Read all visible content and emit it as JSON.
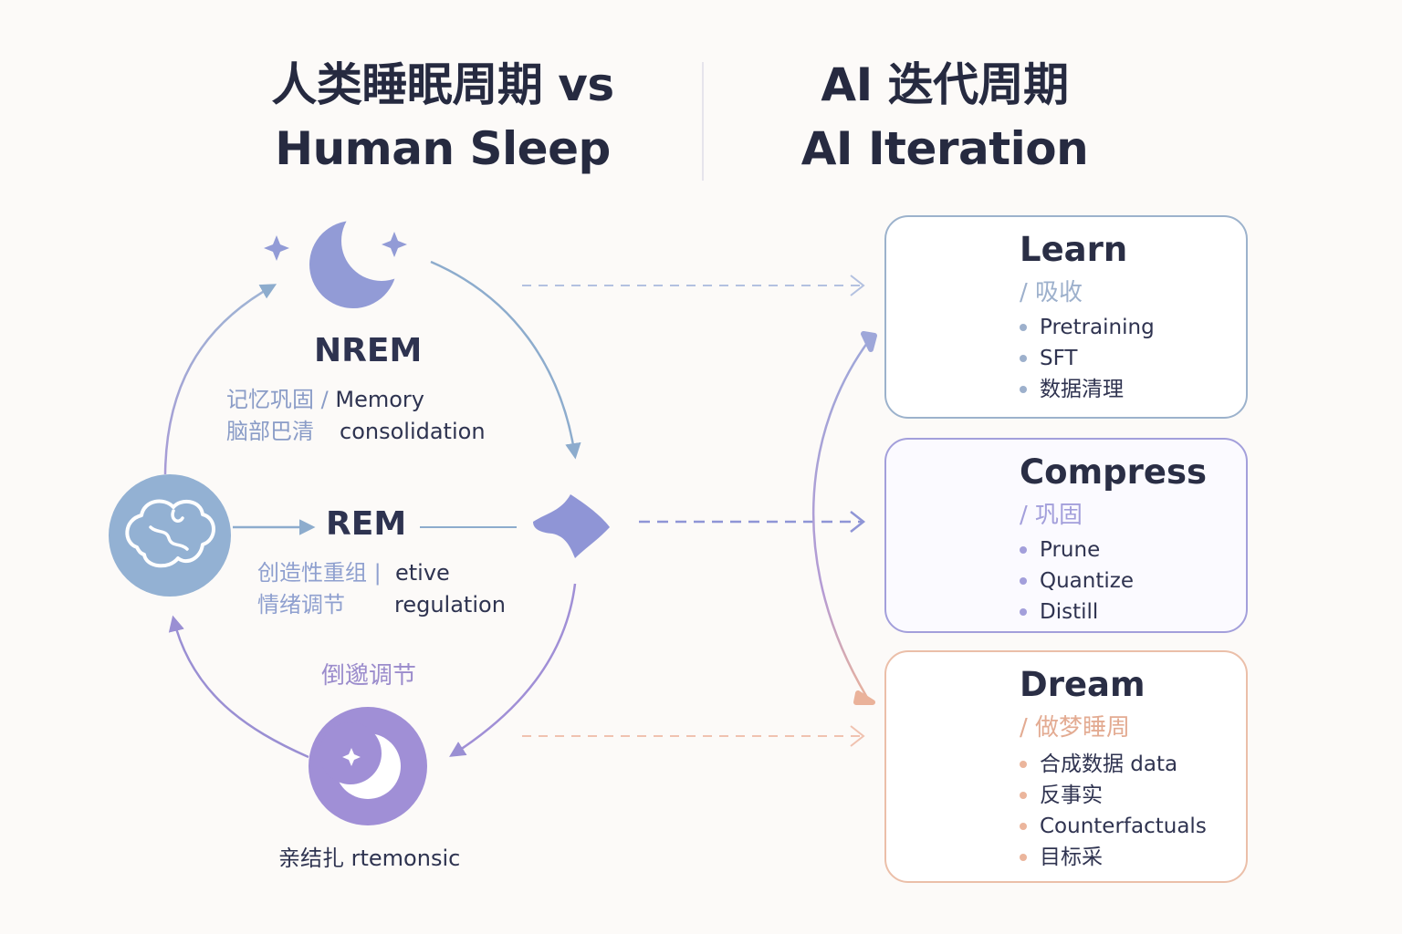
{
  "title_left": {
    "line1": "人类睡眠周期 vs",
    "line2": "Human Sleep"
  },
  "title_right": {
    "line1": "AI 迭代周期",
    "line2": "AI Iteration"
  },
  "sleep_cycle": {
    "nrem": {
      "label": "NREM",
      "zh_line1": "记忆巩固 /",
      "zh_line2": "脑部巴清",
      "en_line1": "Memory",
      "en_line2": "consolidation"
    },
    "rem": {
      "label": "REM",
      "zh_line1": "创造性重组 |",
      "zh_line2": "情绪调节",
      "en_line1": "etive",
      "en_line2": "regulation",
      "caption": "倒邈调节"
    },
    "bottom_caption": "亲结扎 rtemonsic"
  },
  "cards": {
    "learn": {
      "title": "Learn",
      "subtitle": "/ 吸收",
      "items": [
        "Pretraining",
        "SFT",
        "数据清理"
      ],
      "icon": "gear-icon"
    },
    "compress": {
      "title": "Compress",
      "subtitle": "/ 巩固",
      "items": [
        "Prune",
        "Quantize",
        "Distill"
      ],
      "icon": "cycle-icon"
    },
    "dream": {
      "title": "Dream",
      "subtitle": "/ 做梦睡周",
      "items": [
        "合成数据 data",
        "反事实",
        "Counterfactuals",
        "目标采"
      ],
      "icon": "layers-icon"
    }
  },
  "colors": {
    "blue": "#8daccd",
    "purple": "#9a8fd3",
    "peach": "#eab29a",
    "moon": "#929bd6",
    "brain": "#93b1d3",
    "rem_moon": "#a08fd6"
  }
}
